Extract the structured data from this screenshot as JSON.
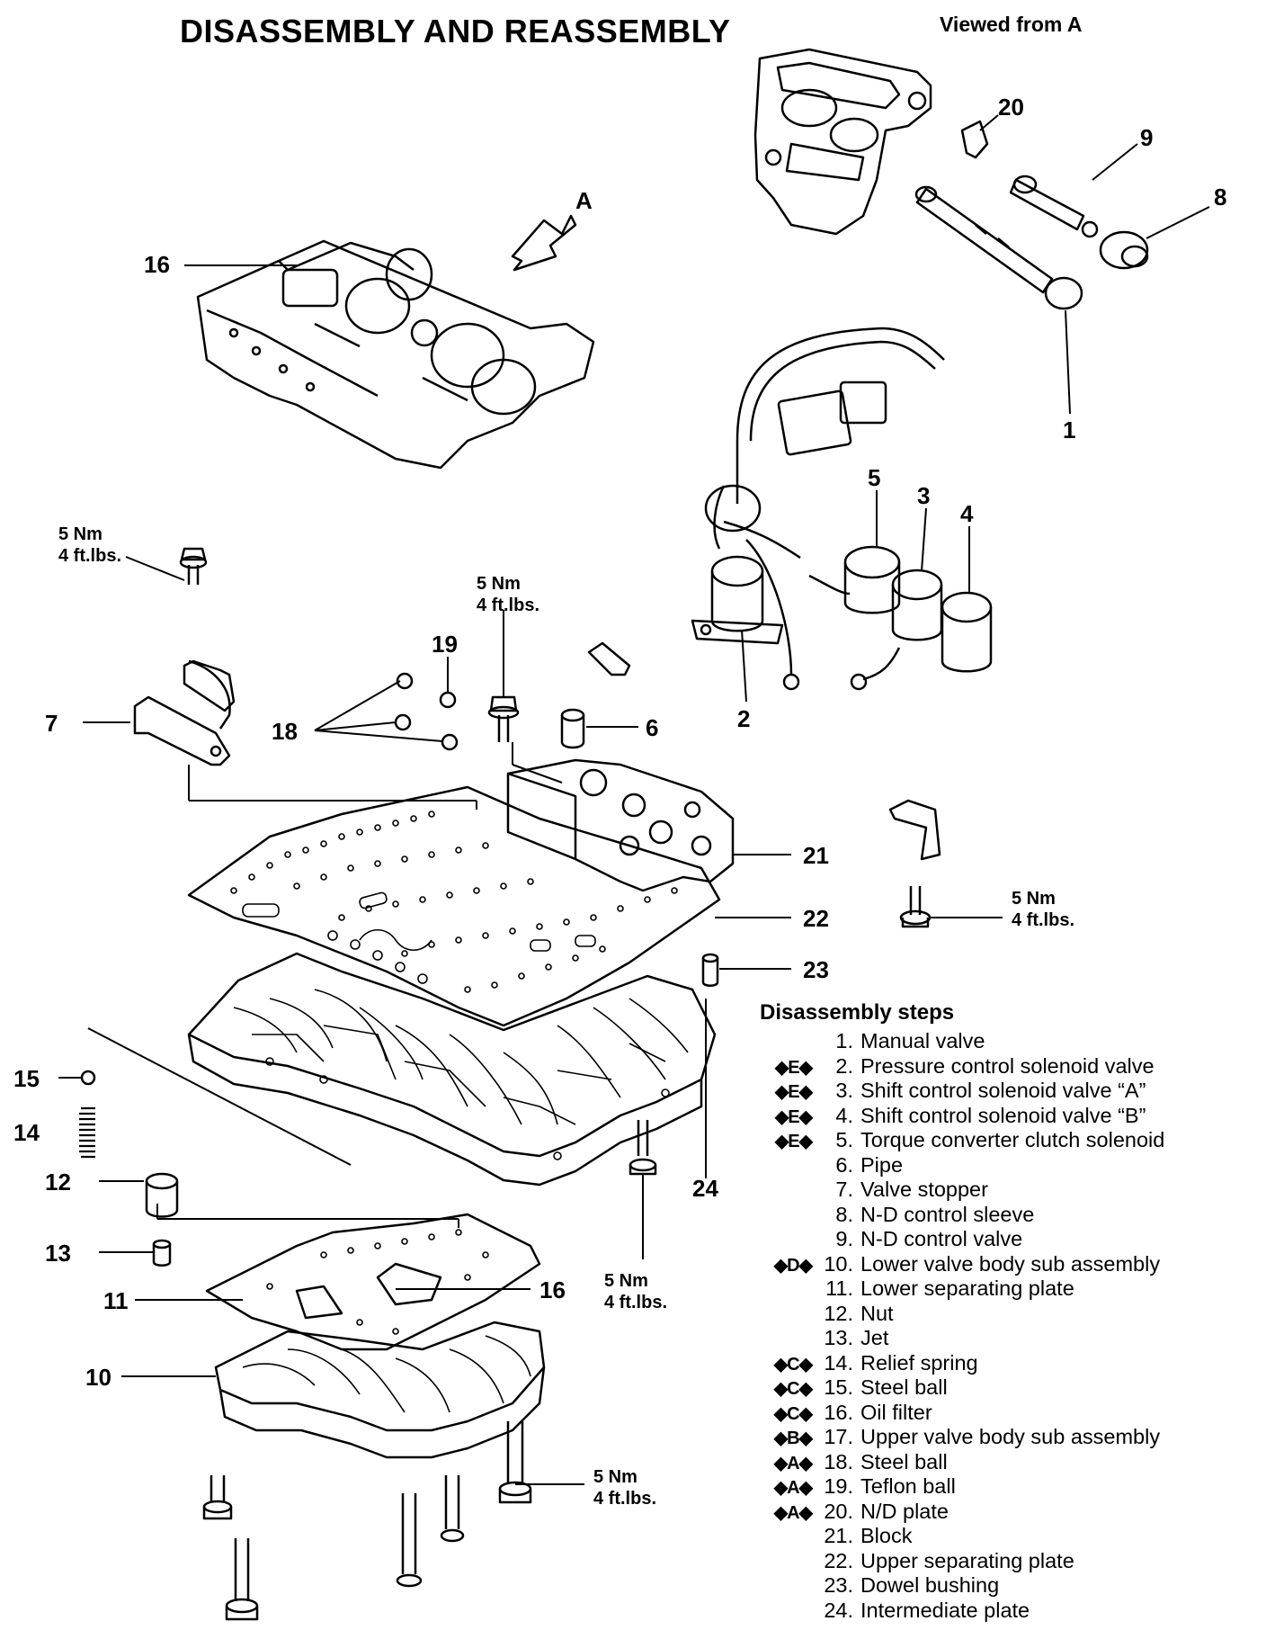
{
  "header": {
    "title": "DISASSEMBLY AND REASSEMBLY",
    "view_label": "Viewed from A",
    "arrow_label": "A"
  },
  "torque_spec": {
    "nm": "5 Nm",
    "ftlbs": "4 ft.lbs."
  },
  "callouts": [
    {
      "id": "c20",
      "text": "20"
    },
    {
      "id": "c9",
      "text": "9"
    },
    {
      "id": "c8",
      "text": "8"
    },
    {
      "id": "c1",
      "text": "1"
    },
    {
      "id": "c16a",
      "text": "16"
    },
    {
      "id": "c5",
      "text": "5"
    },
    {
      "id": "c3",
      "text": "3"
    },
    {
      "id": "c4",
      "text": "4"
    },
    {
      "id": "c2",
      "text": "2"
    },
    {
      "id": "c19",
      "text": "19"
    },
    {
      "id": "c18",
      "text": "18"
    },
    {
      "id": "c7",
      "text": "7"
    },
    {
      "id": "c6",
      "text": "6"
    },
    {
      "id": "c21",
      "text": "21"
    },
    {
      "id": "c22",
      "text": "22"
    },
    {
      "id": "c23",
      "text": "23"
    },
    {
      "id": "c24",
      "text": "24"
    },
    {
      "id": "c15",
      "text": "15"
    },
    {
      "id": "c14",
      "text": "14"
    },
    {
      "id": "c12",
      "text": "12"
    },
    {
      "id": "c13",
      "text": "13"
    },
    {
      "id": "c11",
      "text": "11"
    },
    {
      "id": "c16b",
      "text": "16"
    },
    {
      "id": "c10",
      "text": "10"
    }
  ],
  "steps": {
    "title": "Disassembly steps",
    "items": [
      {
        "mark": "",
        "num": "1.",
        "name": "Manual valve"
      },
      {
        "mark": "◆E◆",
        "num": "2.",
        "name": "Pressure control solenoid valve"
      },
      {
        "mark": "◆E◆",
        "num": "3.",
        "name": "Shift control solenoid valve “A”"
      },
      {
        "mark": "◆E◆",
        "num": "4.",
        "name": "Shift control solenoid valve “B”"
      },
      {
        "mark": "◆E◆",
        "num": "5.",
        "name": "Torque converter clutch solenoid"
      },
      {
        "mark": "",
        "num": "6.",
        "name": "Pipe"
      },
      {
        "mark": "",
        "num": "7.",
        "name": "Valve stopper"
      },
      {
        "mark": "",
        "num": "8.",
        "name": "N-D control sleeve"
      },
      {
        "mark": "",
        "num": "9.",
        "name": "N-D control valve"
      },
      {
        "mark": "◆D◆",
        "num": "10.",
        "name": "Lower valve body sub assembly"
      },
      {
        "mark": "",
        "num": "11.",
        "name": "Lower separating plate"
      },
      {
        "mark": "",
        "num": "12.",
        "name": "Nut"
      },
      {
        "mark": "",
        "num": "13.",
        "name": "Jet"
      },
      {
        "mark": "◆C◆",
        "num": "14.",
        "name": "Relief spring"
      },
      {
        "mark": "◆C◆",
        "num": "15.",
        "name": "Steel ball"
      },
      {
        "mark": "◆C◆",
        "num": "16.",
        "name": "Oil filter"
      },
      {
        "mark": "◆B◆",
        "num": "17.",
        "name": "Upper valve body sub assembly"
      },
      {
        "mark": "◆A◆",
        "num": "18.",
        "name": "Steel ball"
      },
      {
        "mark": "◆A◆",
        "num": "19.",
        "name": "Teflon ball"
      },
      {
        "mark": "◆A◆",
        "num": "20.",
        "name": "N/D plate"
      },
      {
        "mark": "",
        "num": "21.",
        "name": "Block"
      },
      {
        "mark": "",
        "num": "22.",
        "name": "Upper separating plate"
      },
      {
        "mark": "",
        "num": "23.",
        "name": "Dowel bushing"
      },
      {
        "mark": "",
        "num": "24.",
        "name": "Intermediate plate"
      }
    ]
  }
}
